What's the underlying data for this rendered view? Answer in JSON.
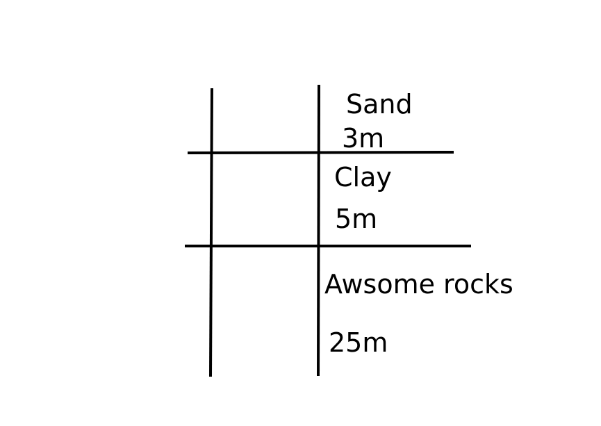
{
  "layers": [
    {
      "material": "Sand",
      "thickness": "3m"
    },
    {
      "material": "Clay",
      "thickness": "5m"
    },
    {
      "material": "Awsome rocks",
      "thickness": "25m"
    }
  ],
  "colors": {
    "line": "#000000",
    "text": "#000000",
    "background": "#ffffff"
  }
}
